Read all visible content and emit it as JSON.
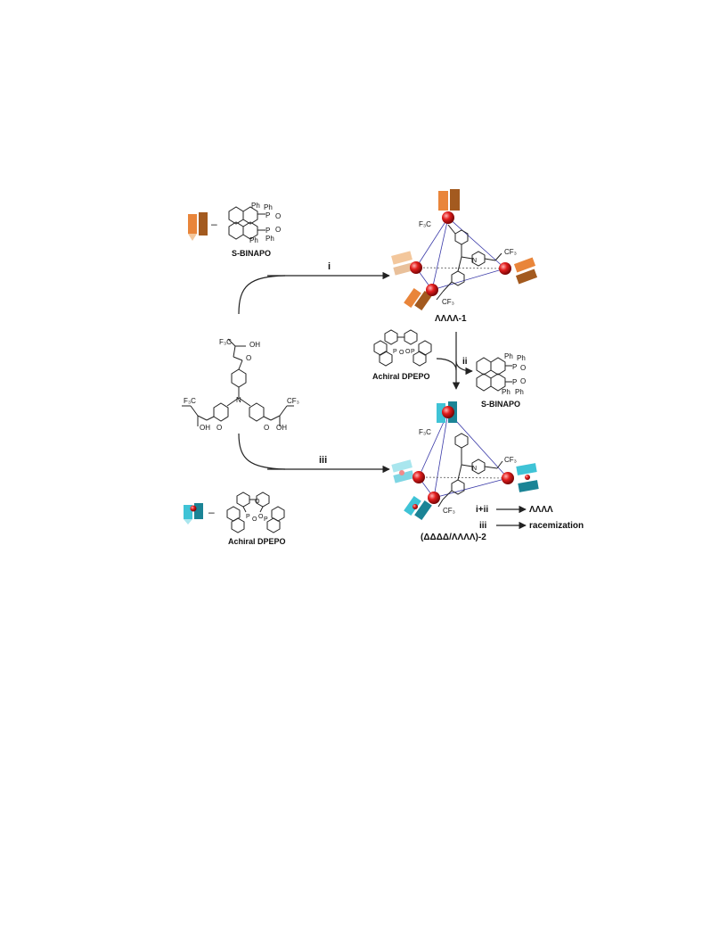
{
  "colors": {
    "orange": "#e9853a",
    "orange_dark": "#a35a1f",
    "orange_light": "#f3c79c",
    "cyan": "#3fc3d6",
    "cyan_dark": "#1b8496",
    "cyan_light": "#a9e6ee",
    "metal": "#e21d1d",
    "nitrogen": "#2d2db5"
  },
  "icons": {
    "orange_ligand": "s-binapo-ligand-icon",
    "cyan_ligand": "achiral-dpepo-ligand-icon",
    "metal_sphere": "metal-ion-sphere"
  },
  "labels": {
    "s_binapo_top": "S-BINAPO",
    "achiral_dpepo_bottom": "Achiral DPEPO",
    "achiral_dpepo_mid": "Achiral DPEPO",
    "s_binapo_mid": "S-BINAPO",
    "product_1": "ΛΛΛΛ-1",
    "product_2": "(ΔΔΔΔ/ΛΛΛΛ)-2",
    "dash": "–"
  },
  "steps": {
    "i": "i",
    "ii": "ii",
    "iii": "iii"
  },
  "outcomes": {
    "row1_left": "i+ii",
    "row1_right": "ΛΛΛΛ",
    "row2_left": "iii",
    "row2_right": "racemization"
  },
  "atoms": {
    "ph": "Ph",
    "p": "P",
    "o": "O",
    "n": "N",
    "oh": "OH",
    "f3c": "F₃C",
    "cf3": "CF₃"
  }
}
